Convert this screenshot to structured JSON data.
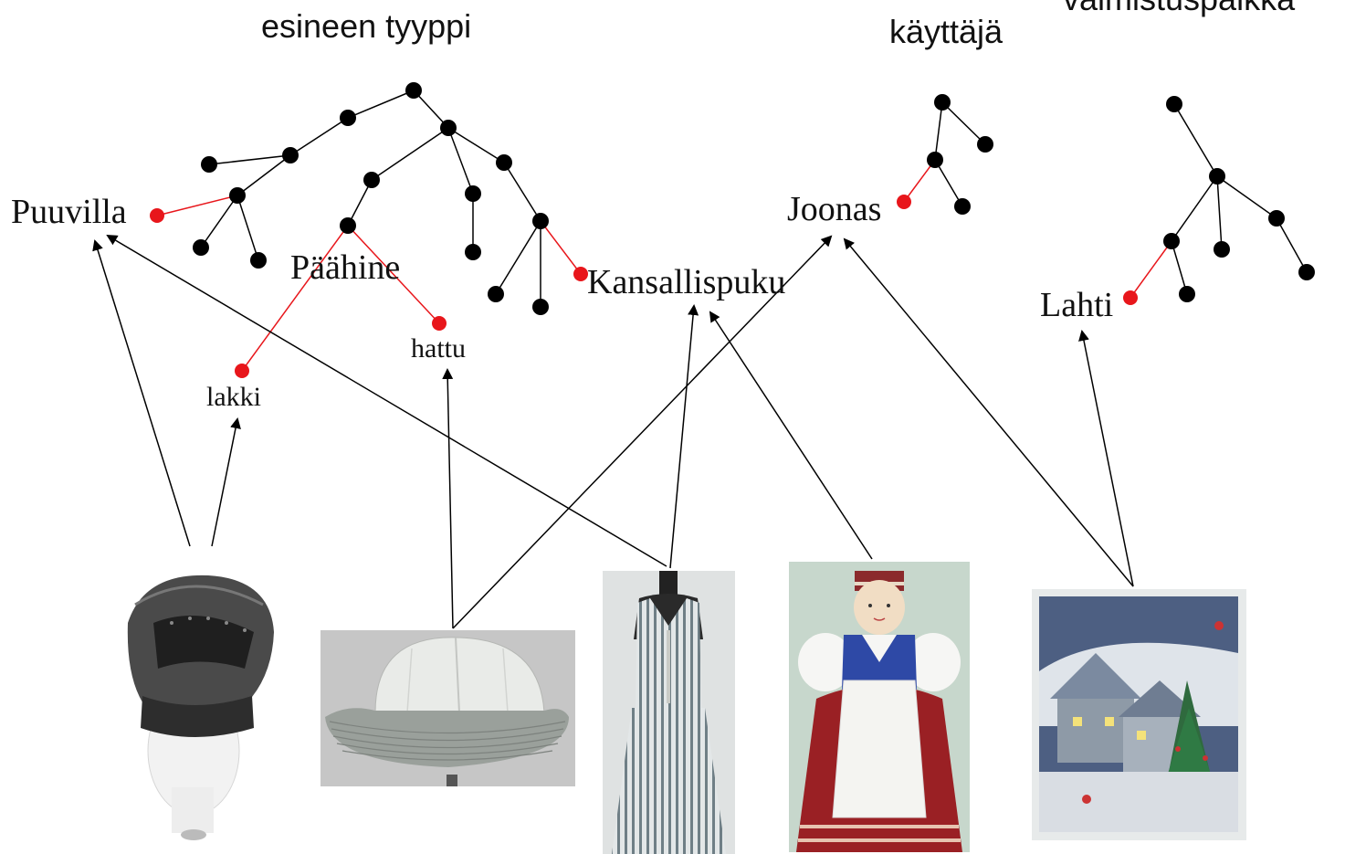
{
  "headings": {
    "item_type": "esineen tyyppi",
    "user": "käyttäjä",
    "place": "valmistuspaikka"
  },
  "labels": {
    "puuvilla": "Puuvilla",
    "paahine": "Päähine",
    "hattu": "hattu",
    "lakki": "lakki",
    "kansallispuku": "Kansallispuku",
    "joonas": "Joonas",
    "lahti": "Lahti"
  },
  "colors": {
    "node": "#000000",
    "highlight": "#e8161b",
    "edge": "#000000",
    "highlight_edge": "#e8161b"
  },
  "photos": [
    "cap-on-mannequin-head",
    "white-sailor-hat",
    "striped-folk-dress-on-dress-form",
    "folk-costume-doll",
    "winter-village-painting"
  ]
}
